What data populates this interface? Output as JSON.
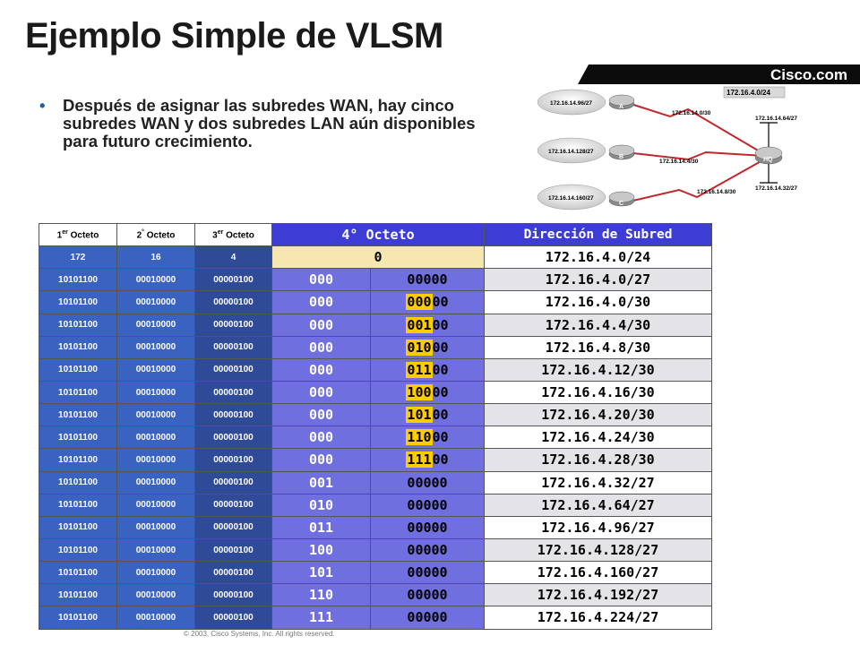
{
  "title": "Ejemplo Simple de VLSM",
  "brand": "Cisco.com",
  "bullet": "Después de asignar las subredes WAN, hay cinco subredes WAN y dos subredes LAN aún disponibles para futuro crecimiento.",
  "diagram": {
    "top_label": "172.16.4.0/24",
    "routers": [
      "A",
      "B",
      "C",
      "HQ"
    ],
    "lan_labels": [
      "172.16.14.96/27",
      "172.16.14.128/27",
      "172.16.14.160/27"
    ],
    "wan_labels": [
      "172.16.14.0/30",
      "172.16.14.4/30",
      "172.16.14.8/30"
    ],
    "hq_labels": [
      "172.16.14.64/27",
      "172.16.14.32/27"
    ]
  },
  "table": {
    "headers": {
      "o1_num": "1",
      "o1_sup": "er",
      "o1_word": " Octeto",
      "o2_num": "2",
      "o2_sup": "°",
      "o2_word": " Octeto",
      "o3_num": "3",
      "o3_sup": "er",
      "o3_word": " Octeto",
      "o4": "4° Octeto",
      "subnet": "Dirección de Subred"
    },
    "decimal_row": {
      "o1": "172",
      "o2": "16",
      "o3": "4",
      "o4": "0",
      "subnet": "172.16.4.0/24"
    },
    "rows": [
      {
        "o1": "10101100",
        "o2": "00010000",
        "o3": "00000100",
        "hi": "000",
        "lo": "00000",
        "yellow": "",
        "rest": "00000",
        "subnet": "172.16.4.0/27"
      },
      {
        "o1": "10101100",
        "o2": "00010000",
        "o3": "00000100",
        "hi": "000",
        "lo": "00000",
        "yellow": "000",
        "rest": "00",
        "subnet": "172.16.4.0/30"
      },
      {
        "o1": "10101100",
        "o2": "00010000",
        "o3": "00000100",
        "hi": "000",
        "lo": "00100",
        "yellow": "001",
        "rest": "00",
        "subnet": "172.16.4.4/30"
      },
      {
        "o1": "10101100",
        "o2": "00010000",
        "o3": "00000100",
        "hi": "000",
        "lo": "01000",
        "yellow": "010",
        "rest": "00",
        "subnet": "172.16.4.8/30"
      },
      {
        "o1": "10101100",
        "o2": "00010000",
        "o3": "00000100",
        "hi": "000",
        "lo": "01100",
        "yellow": "011",
        "rest": "00",
        "subnet": "172.16.4.12/30"
      },
      {
        "o1": "10101100",
        "o2": "00010000",
        "o3": "00000100",
        "hi": "000",
        "lo": "10000",
        "yellow": "100",
        "rest": "00",
        "subnet": "172.16.4.16/30"
      },
      {
        "o1": "10101100",
        "o2": "00010000",
        "o3": "00000100",
        "hi": "000",
        "lo": "10100",
        "yellow": "101",
        "rest": "00",
        "subnet": "172.16.4.20/30"
      },
      {
        "o1": "10101100",
        "o2": "00010000",
        "o3": "00000100",
        "hi": "000",
        "lo": "11000",
        "yellow": "110",
        "rest": "00",
        "subnet": "172.16.4.24/30"
      },
      {
        "o1": "10101100",
        "o2": "00010000",
        "o3": "00000100",
        "hi": "000",
        "lo": "11100",
        "yellow": "111",
        "rest": "00",
        "subnet": "172.16.4.28/30"
      },
      {
        "o1": "10101100",
        "o2": "00010000",
        "o3": "00000100",
        "hi": "001",
        "lo": "00000",
        "yellow": "",
        "rest": "00000",
        "subnet": "172.16.4.32/27"
      },
      {
        "o1": "10101100",
        "o2": "00010000",
        "o3": "00000100",
        "hi": "010",
        "lo": "00000",
        "yellow": "",
        "rest": "00000",
        "subnet": "172.16.4.64/27"
      },
      {
        "o1": "10101100",
        "o2": "00010000",
        "o3": "00000100",
        "hi": "011",
        "lo": "00000",
        "yellow": "",
        "rest": "00000",
        "subnet": "172.16.4.96/27"
      },
      {
        "o1": "10101100",
        "o2": "00010000",
        "o3": "00000100",
        "hi": "100",
        "lo": "00000",
        "yellow": "",
        "rest": "00000",
        "subnet": "172.16.4.128/27"
      },
      {
        "o1": "10101100",
        "o2": "00010000",
        "o3": "00000100",
        "hi": "101",
        "lo": "00000",
        "yellow": "",
        "rest": "00000",
        "subnet": "172.16.4.160/27"
      },
      {
        "o1": "10101100",
        "o2": "00010000",
        "o3": "00000100",
        "hi": "110",
        "lo": "00000",
        "yellow": "",
        "rest": "00000",
        "subnet": "172.16.4.192/27"
      },
      {
        "o1": "10101100",
        "o2": "00010000",
        "o3": "00000100",
        "hi": "111",
        "lo": "00000",
        "yellow": "",
        "rest": "00000",
        "subnet": "172.16.4.224/27"
      }
    ]
  },
  "colors": {
    "dark_octet": "#2f4a96",
    "octet": "#3a62c0",
    "fourth_octet": "#6f6fe0",
    "highlight": "#ffcc00",
    "header_bar": "#3d3dd6"
  },
  "copyright": "© 2003, Cisco Systems, Inc. All rights reserved."
}
